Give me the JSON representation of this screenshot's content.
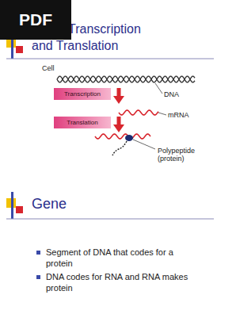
{
  "diagram": {
    "title": "Transcription and Translation",
    "nodes": [
      {
        "text": [
          "Transcription"
        ]
      },
      {
        "text": [
          "Translation"
        ]
      }
    ],
    "labels": [
      "PDF",
      "Cell",
      "DNA",
      "mRNA",
      "Polypeptide (protein)",
      "Gene",
      "Segment of DNA that codes for a protein",
      "DNA codes for RNA and RNA makes protein"
    ]
  }
}
